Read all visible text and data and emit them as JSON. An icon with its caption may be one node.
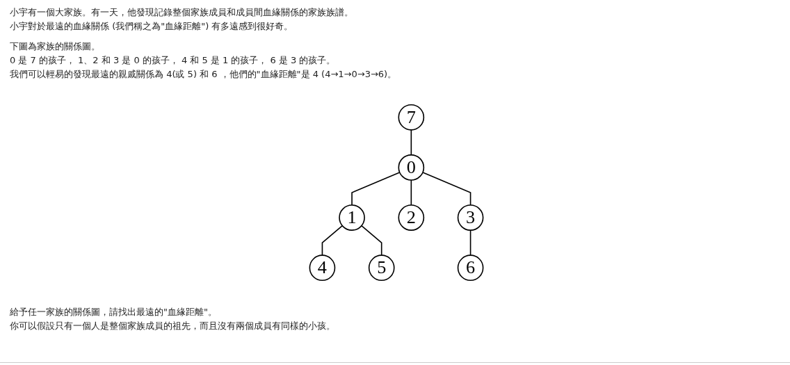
{
  "diagram": {
    "nodes": [
      {
        "text": [
          "7"
        ]
      },
      {
        "text": [
          "0"
        ]
      },
      {
        "text": [
          "1"
        ]
      },
      {
        "text": [
          "2"
        ]
      },
      {
        "text": [
          "3"
        ]
      },
      {
        "text": [
          "4"
        ]
      },
      {
        "text": [
          "5"
        ]
      },
      {
        "text": [
          "6"
        ]
      }
    ],
    "edges": [
      {
        "from": 0,
        "to": 1,
        "arrow": "none"
      },
      {
        "from": 1,
        "to": 2,
        "arrow": "none"
      },
      {
        "from": 1,
        "to": 3,
        "arrow": "none"
      },
      {
        "from": 1,
        "to": 4,
        "arrow": "none"
      },
      {
        "from": 2,
        "to": 5,
        "arrow": "none"
      },
      {
        "from": 2,
        "to": 6,
        "arrow": "none"
      },
      {
        "from": 4,
        "to": 7,
        "arrow": "none"
      }
    ],
    "labels": [
      "小宇有一個大家族。有一天，他發現記錄整個家族成員和成員間血緣關係的家族族譜。",
      "小宇對於最遠的血緣關係 (我們稱之為\"血緣距離\") 有多遠感到很好奇。",
      "下圖為家族的關係圖。",
      "0 是 7 的孩子， 1、2 和 3 是 0 的孩子， 4 和 5 是 1 的孩子， 6 是 3 的孩子。",
      "我們可以輕易的發現最遠的親戚關係為 4(或 5) 和 6 ，他們的\"血緣距離\"是 4 (4→1→0→3→6)。",
      "給予任一家族的關係圖，請找出最遠的\"血緣距離\"。",
      "你可以假設只有一個人是整個家族成員的祖先，而且沒有兩個成員有同樣的小孩。"
    ]
  }
}
